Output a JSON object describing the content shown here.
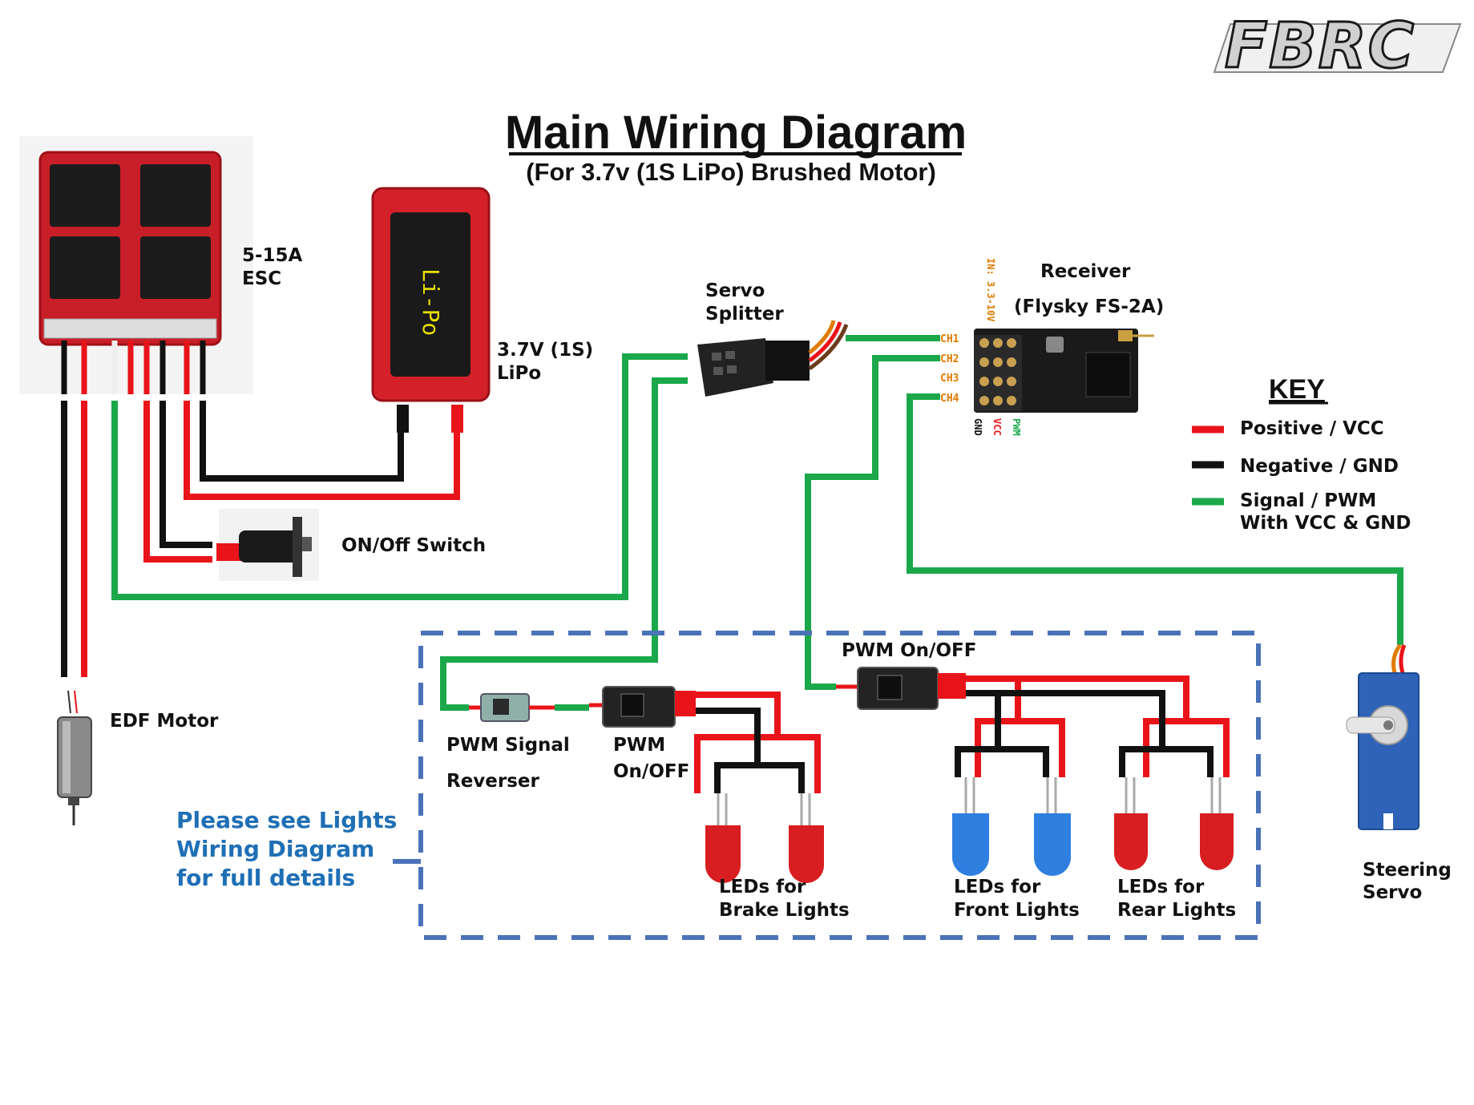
{
  "logo": "FBRC",
  "title": "Main Wiring Diagram",
  "subtitle": "(For 3.7v (1S LiPo) Brushed Motor)",
  "components": {
    "esc": {
      "line1": "5-15A",
      "line2": "ESC"
    },
    "lipo": {
      "line1": "3.7V (1S)",
      "line2": "LiPo",
      "case_label": "Li-Po"
    },
    "servo_splitter": {
      "line1": "Servo",
      "line2": "Splitter"
    },
    "receiver": {
      "line1": "Receiver",
      "line2": "(Flysky FS-2A)",
      "input_label": "IN: 3.3-10V",
      "channels": [
        "CH1",
        "CH2",
        "CH3",
        "CH4"
      ],
      "pins": {
        "gnd": "GND",
        "vcc": "VCC",
        "pwm": "PWM"
      }
    },
    "switch": {
      "label": "ON/Off Switch"
    },
    "motor": {
      "label": "EDF Motor"
    },
    "steering_servo": {
      "line1": "Steering",
      "line2": "Servo"
    },
    "pwm_reverser": {
      "line1": "PWM Signal",
      "line2": "Reverser"
    },
    "pwm_onoff_1": {
      "line1": "PWM",
      "line2": "On/OFF"
    },
    "pwm_onoff_2": {
      "label": "PWM On/OFF"
    },
    "brake_leds": {
      "line1": "LEDs for",
      "line2": "Brake Lights"
    },
    "front_leds": {
      "line1": "LEDs for",
      "line2": "Front Lights"
    },
    "rear_leds": {
      "line1": "LEDs for",
      "line2": "Rear Lights"
    }
  },
  "note": {
    "line1": "Please see Lights",
    "line2": "Wiring Diagram",
    "line3": "for full details"
  },
  "key": {
    "title": "KEY",
    "items": [
      {
        "label": "Positive / VCC",
        "color": "#e8141a"
      },
      {
        "label": "Negative / GND",
        "color": "#111111"
      },
      {
        "label": "Signal / PWM",
        "label2": "With VCC & GND",
        "color": "#1aa84a"
      }
    ]
  },
  "colors": {
    "positive": "#e8141a",
    "negative": "#111111",
    "signal": "#1aa84a",
    "note_blue": "#1f6fb5",
    "dashed_box": "#4a72b8"
  }
}
